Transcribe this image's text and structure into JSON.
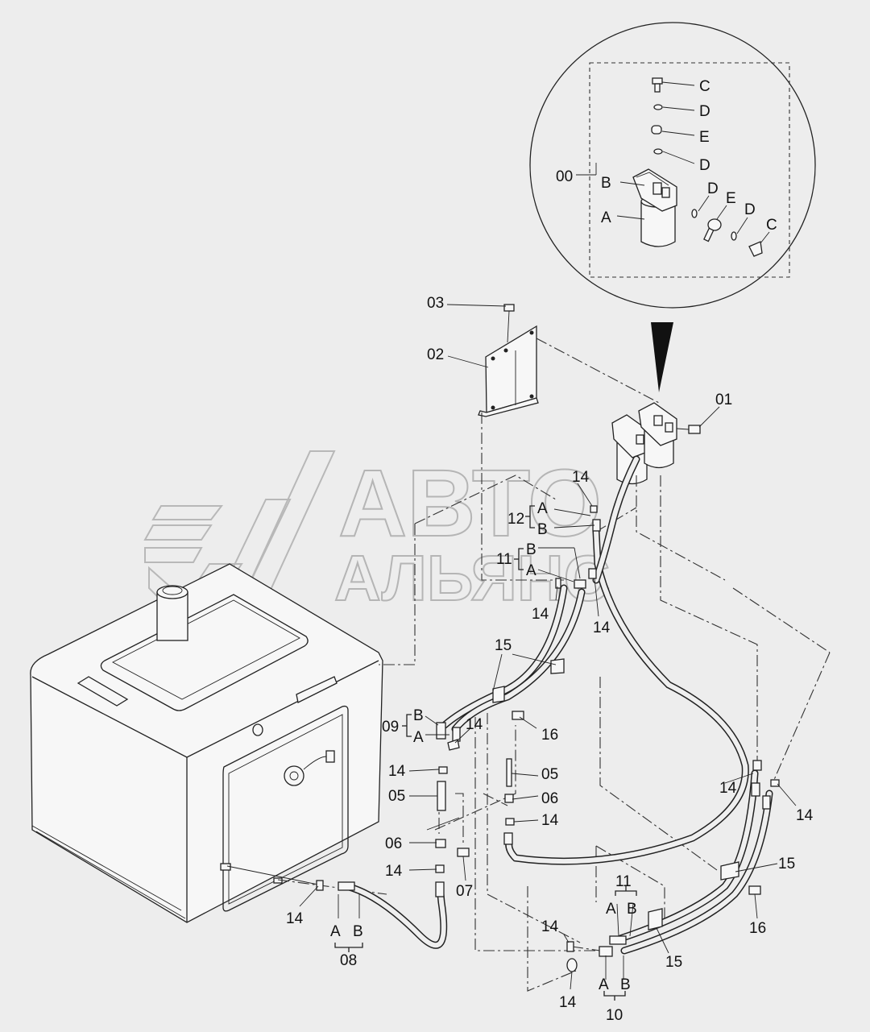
{
  "watermark": {
    "line1": "АВТО",
    "line2": "АЛЬЯНС"
  },
  "labels": {
    "00": "00",
    "01": "01",
    "02": "02",
    "03": "03",
    "05": "05",
    "06": "06",
    "07": "07",
    "08": "08",
    "09": "09",
    "10": "10",
    "11": "11",
    "12": "12",
    "14": "14",
    "15": "15",
    "16": "16",
    "A": "A",
    "B": "B",
    "C": "C",
    "D": "D",
    "E": "E"
  }
}
